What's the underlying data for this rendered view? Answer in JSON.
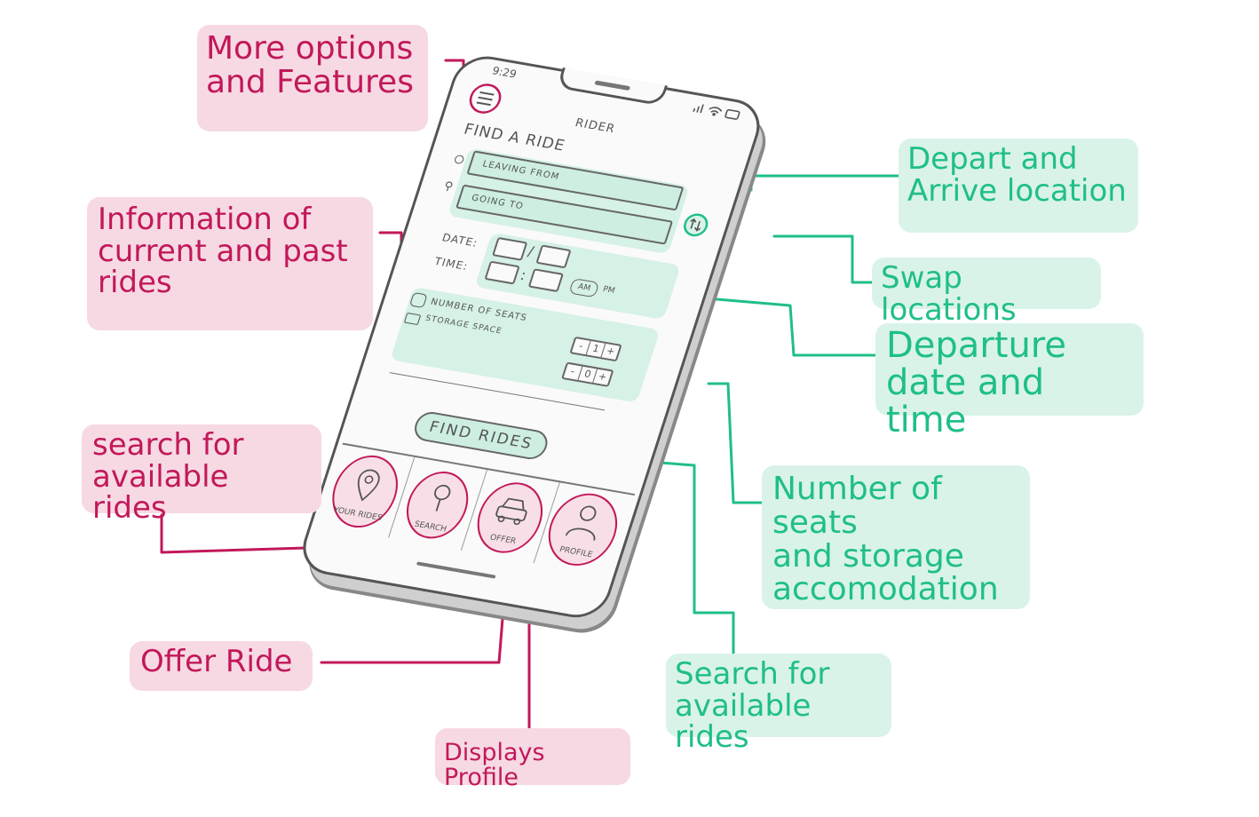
{
  "colors": {
    "pink": "#c2185b",
    "pink_bg": "#f7d9e3",
    "green": "#1fbf86",
    "green_bg": "#d9f3e9",
    "sketch": "#555555",
    "field_fill": "#cdeee1"
  },
  "phone": {
    "status_time": "9:29",
    "screen_title": "RIDER",
    "section_title": "FIND A RIDE",
    "leaving_from": "LEAVING FROM",
    "going_to": "GOING TO",
    "date_label": "DATE:",
    "time_label": "TIME:",
    "am_label": "AM",
    "pm_label": "PM",
    "seats_label": "NUMBER OF SEATS",
    "storage_label": "STORAGE SPACE",
    "seats_value": "1",
    "storage_value": "0",
    "minus": "-",
    "plus": "+",
    "find_rides_button": "FIND RIDES",
    "nav": [
      "YOUR RIDES",
      "SEARCH",
      "OFFER",
      "PROFILE"
    ],
    "icons": {
      "menu": "hamburger-menu-icon",
      "swap": "swap-arrows-icon",
      "your_rides": "location-pin-icon",
      "search": "search-magnifier-icon",
      "offer": "car-icon",
      "profile": "person-icon"
    }
  },
  "annotations": {
    "more_options": "More options\nand Features",
    "ride_info": "Information of\ncurrent and past\nrides",
    "search_nav": "search for\navailable rides",
    "offer_ride": "Offer Ride",
    "displays_profile": "Displays Profile",
    "depart_arrive": "Depart and\nArrive location",
    "swap_locations": "Swap locations",
    "departure_datetime": "Departure\ndate and time",
    "seats_storage": "Number of seats\nand storage\naccomodation",
    "search_button": "Search for\navailable rides"
  }
}
